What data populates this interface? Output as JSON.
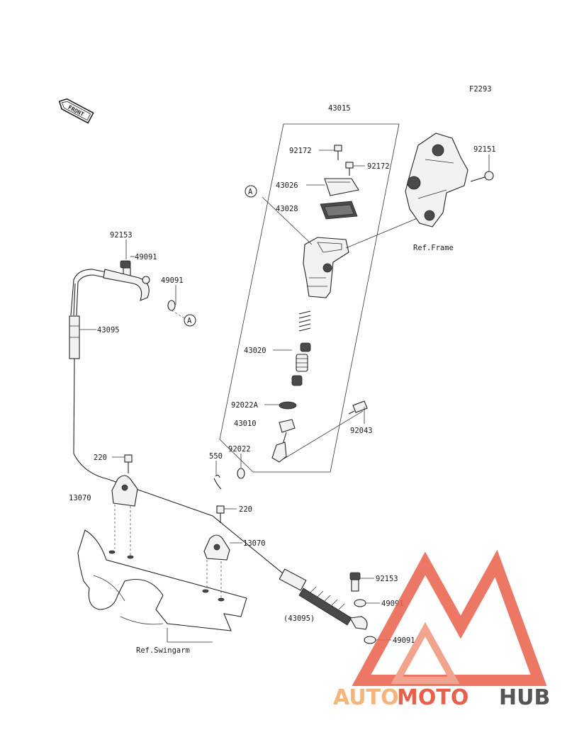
{
  "figure_code": "F2293",
  "front_marker": "FRONT",
  "callouts": {
    "c43015": "43015",
    "c92172a": "92172",
    "c92172b": "92172",
    "c92151": "92151",
    "c43026": "43026",
    "c43028": "43028",
    "c92153a": "92153",
    "c49091a": "49091",
    "c49091b": "49091",
    "c43095": "43095",
    "c43020": "43020",
    "c92022A": "92022A",
    "c43010": "43010",
    "c92043": "92043",
    "c550": "550",
    "c92022": "92022",
    "c220a": "220",
    "c13070a": "13070",
    "c220b": "220",
    "c13070b": "13070",
    "c92153b": "92153",
    "c49091c": "49091",
    "c43095p": "(43095)",
    "c49091d": "49091"
  },
  "ref_labels": {
    "frame": "Ref.Frame",
    "swingarm": "Ref.Swingarm"
  },
  "marker_letter_1": "A",
  "marker_letter_2": "A",
  "watermark": {
    "part1": "AUTO",
    "part2": "MOTO",
    "part3": "HUB",
    "color_light": "#f5b47a",
    "color_red": "#e8604a",
    "color_gray": "#555555"
  }
}
